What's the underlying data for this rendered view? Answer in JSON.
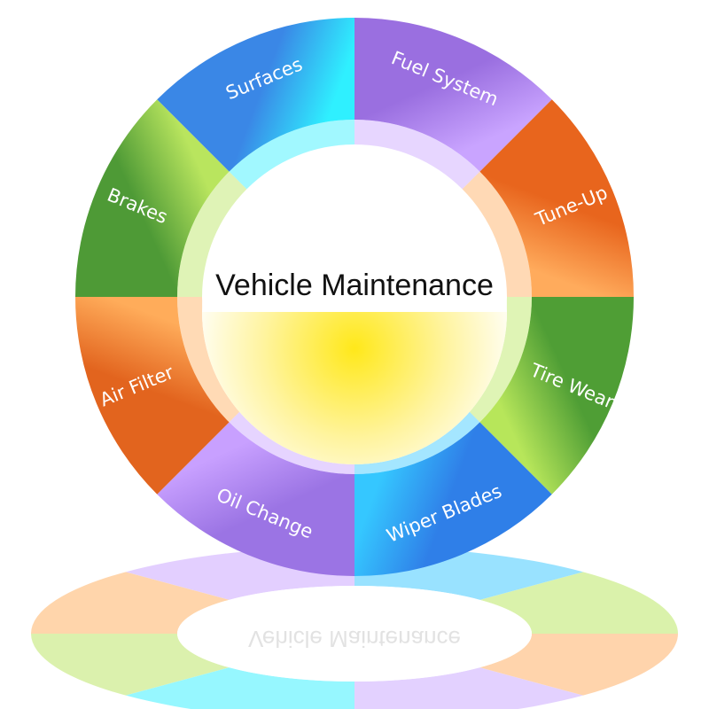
{
  "diagram": {
    "center_title": "Vehicle Maintenance",
    "segments": [
      {
        "label": "Fuel System",
        "color_light": "#c9a4ff",
        "color_dark": "#9a6fe0"
      },
      {
        "label": "Tune-Up",
        "color_light": "#ffab5c",
        "color_dark": "#e8651d"
      },
      {
        "label": "Tire Wear",
        "color_light": "#b7e65a",
        "color_dark": "#4f9e35"
      },
      {
        "label": "Wiper Blades",
        "color_light": "#35c7ff",
        "color_dark": "#2f7fe8"
      },
      {
        "label": "Oil Change",
        "color_light": "#c8a0ff",
        "color_dark": "#9b74e4"
      },
      {
        "label": "Air Filter",
        "color_light": "#ffac5a",
        "color_dark": "#e2641e"
      },
      {
        "label": "Brakes",
        "color_light": "#b9e55e",
        "color_dark": "#4e9a36"
      },
      {
        "label": "Surfaces",
        "color_light": "#2ff0ff",
        "color_dark": "#3a87e6"
      }
    ],
    "center_fill_top": "#ffffff",
    "center_fill_glow": "#ffe81a"
  }
}
